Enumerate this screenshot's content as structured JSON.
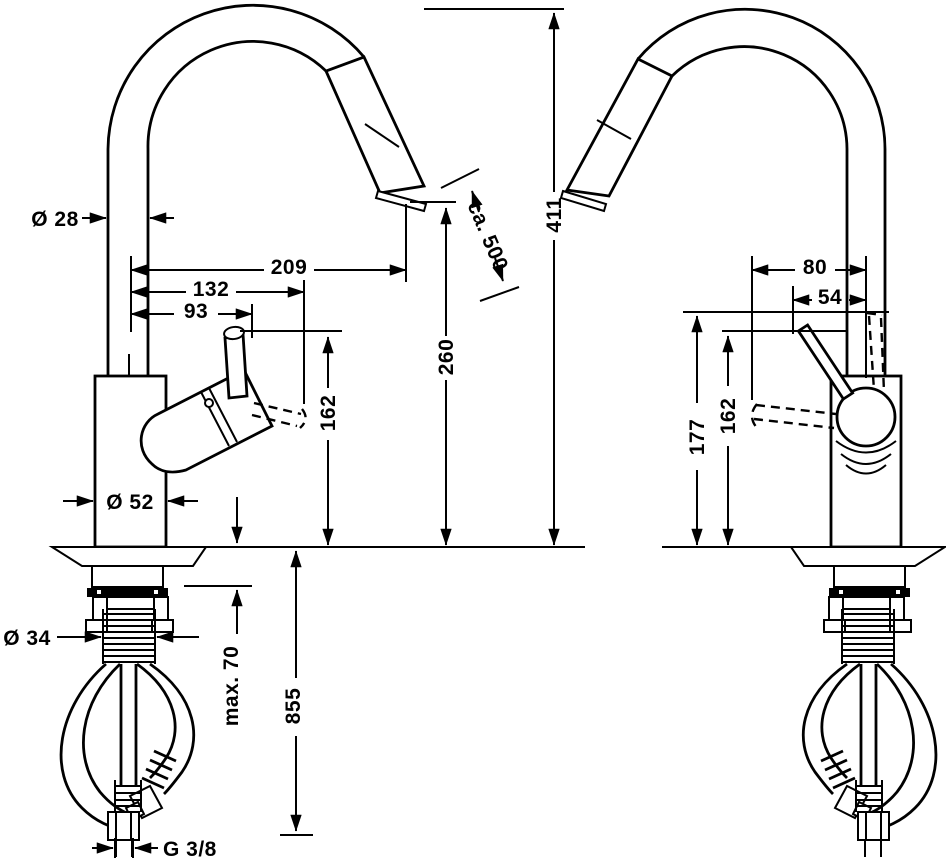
{
  "drawing": {
    "type": "technical dimension drawing",
    "subject": "kitchen mixer tap with pull-out spout, front view and side view",
    "colors": {
      "line": "#000000",
      "background": "#ffffff"
    },
    "front_view": {
      "spout_pipe_diameter": "Ø 28",
      "reach_to_outlet": "209",
      "reach_to_lever_tip": "132",
      "reach_to_lever_pivot": "93",
      "body_diameter": "Ø 52",
      "outlet_height": "260",
      "lever_height": "162",
      "total_height": "411",
      "pullout_hose_extension": "ca. 500",
      "shank_diameter": "Ø 34",
      "max_deck_thickness": "max. 70",
      "hose_length": "855",
      "connection_thread": "G 3/8"
    },
    "side_view": {
      "depth_to_lever_tip": "80",
      "depth_to_lever": "54",
      "raised_lever_height": "177",
      "lever_height": "162"
    }
  }
}
